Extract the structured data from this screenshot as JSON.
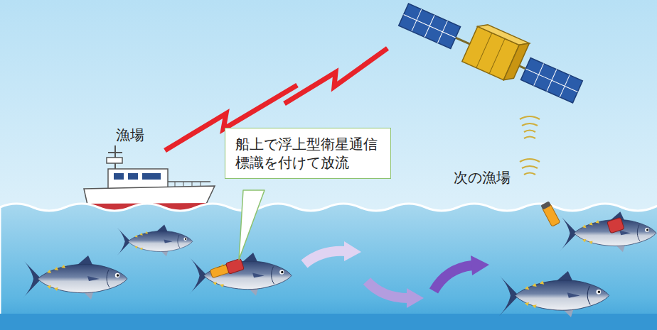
{
  "diagram": {
    "nodes": [
      {
        "text": [
          "船上で浮上型衛星通信 標識を付けて放流"
        ]
      }
    ],
    "labels": [
      "漁場",
      "次の漁場"
    ]
  }
}
